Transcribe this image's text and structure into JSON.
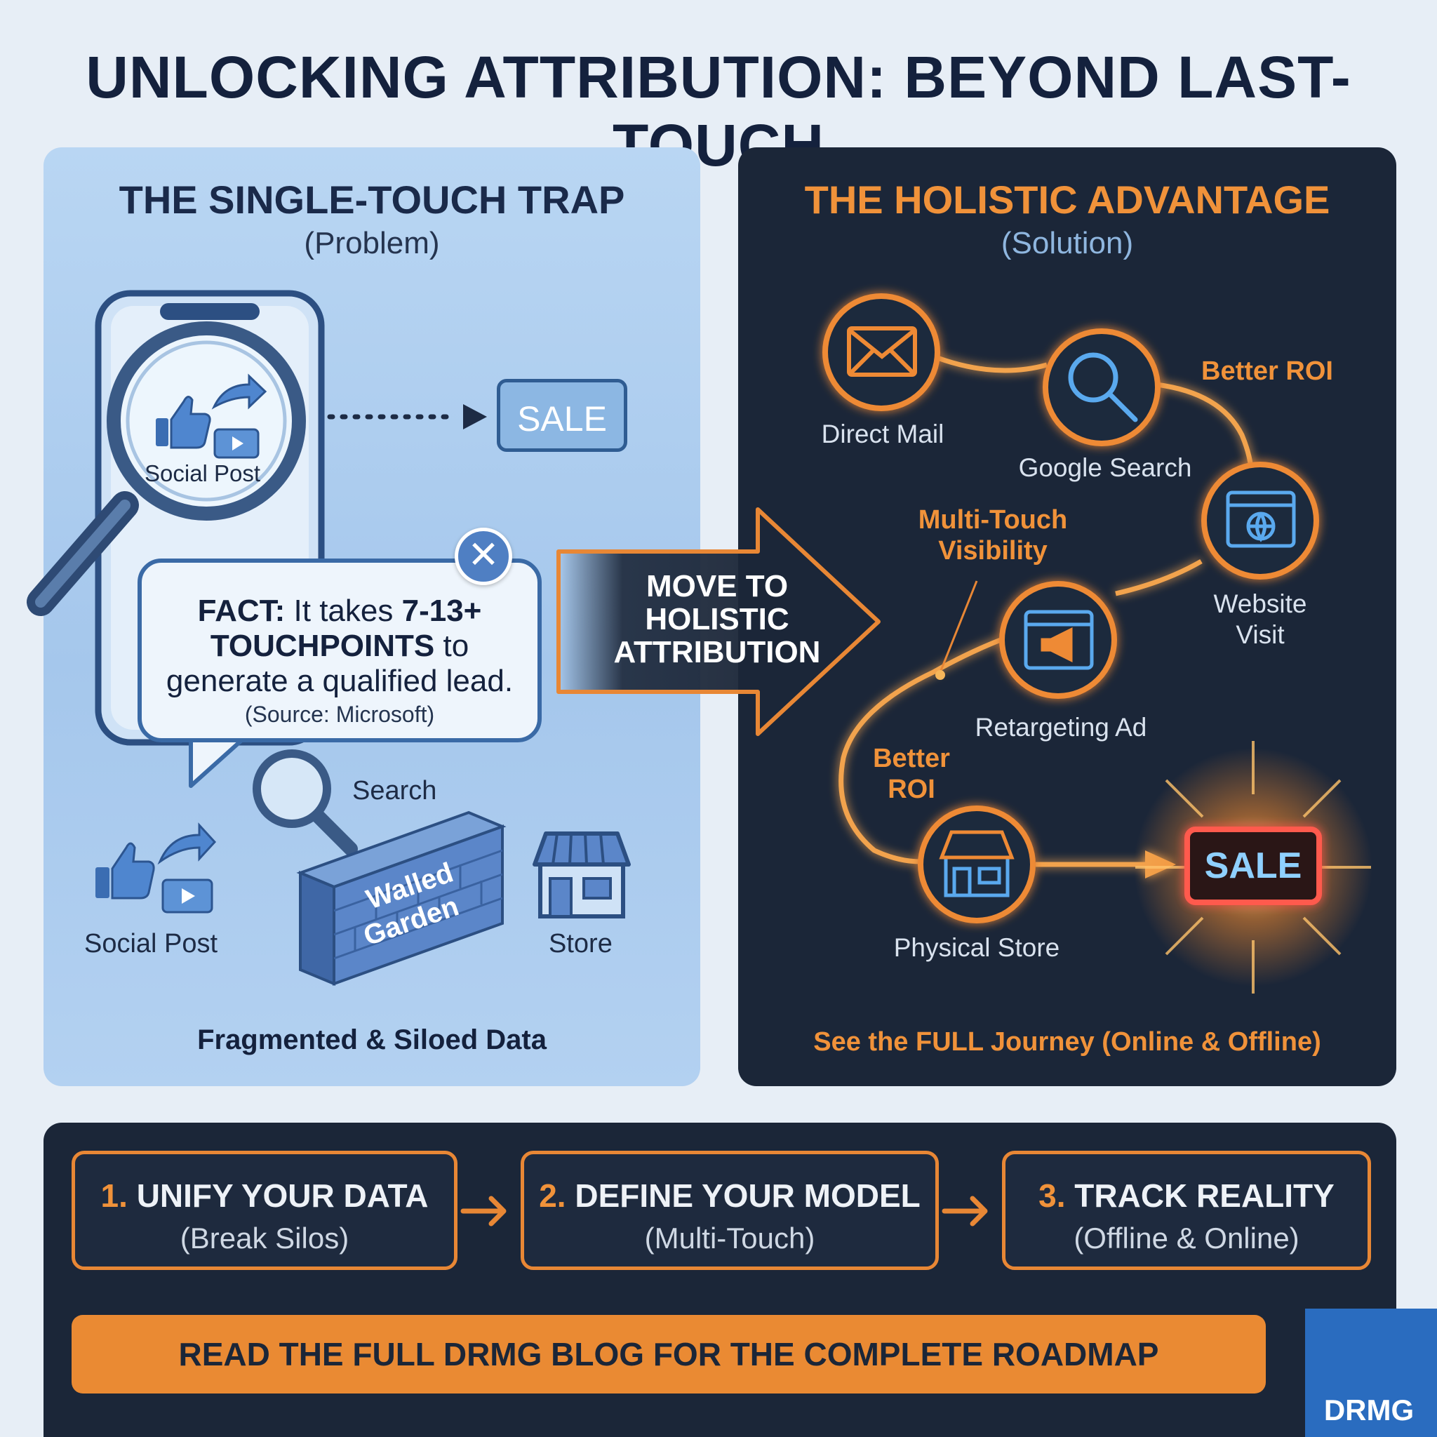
{
  "title": "UNLOCKING ATTRIBUTION: BEYOND LAST-TOUCH",
  "problem": {
    "title": "THE SINGLE-TOUCH TRAP",
    "subtitle": "(Problem)",
    "phone_label": "Social Post",
    "sale": "SALE",
    "fact": {
      "prefix": "FACT:",
      "text1": " It takes ",
      "range": "7-13+",
      "touch": "TOUCHPOINTS",
      "text2": " to",
      "line3": "generate a qualified lead.",
      "source": "(Source: Microsoft)"
    },
    "search_label": "Search",
    "social_label": "Social Post",
    "store_label": "Store",
    "wall_line1": "Walled",
    "wall_line2": "Garden",
    "footer": "Fragmented & Siloed Data"
  },
  "arrow": {
    "line1": "MOVE TO",
    "line2": "HOLISTIC",
    "line3": "ATTRIBUTION"
  },
  "solution": {
    "title": "THE HOLISTIC ADVANTAGE",
    "subtitle": "(Solution)",
    "nodes": {
      "direct_mail": "Direct Mail",
      "google_search": "Google Search",
      "website_line1": "Website",
      "website_line2": "Visit",
      "retargeting": "Retargeting Ad",
      "physical_store": "Physical Store"
    },
    "better_roi_top": "Better ROI",
    "multi_line1": "Multi-Touch",
    "multi_line2": "Visibility",
    "better_roi_line1": "Better",
    "better_roi_line2": "ROI",
    "sale": "SALE",
    "footer": "See the FULL Journey (Online & Offline)"
  },
  "steps": [
    {
      "num": "1.",
      "title": "UNIFY YOUR DATA",
      "sub": "(Break Silos)"
    },
    {
      "num": "2.",
      "title": "DEFINE YOUR MODEL",
      "sub": "(Multi-Touch)"
    },
    {
      "num": "3.",
      "title": "TRACK REALITY",
      "sub": "(Offline & Online)"
    }
  ],
  "cta": "READ THE FULL DRMG BLOG FOR THE COMPLETE ROADMAP",
  "logo": "DRMG",
  "colors": {
    "accent_orange": "#f0923a",
    "navy": "#1b2638",
    "light_blue_panel": "#b9d6f3",
    "logo_blue": "#2a6cbf"
  }
}
